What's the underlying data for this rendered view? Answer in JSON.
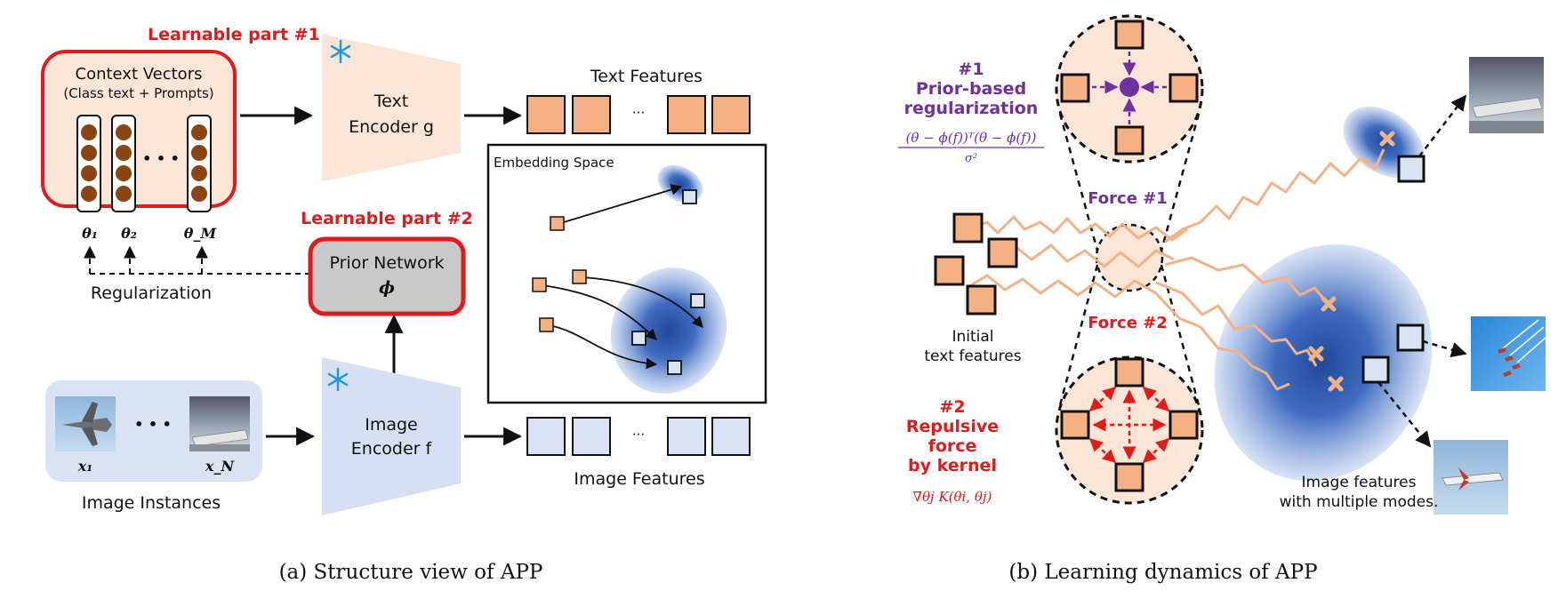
{
  "colors": {
    "learnable_red": "#e31a1c",
    "text_feature_fill": "#f4b183",
    "image_feature_fill": "#dae3f3",
    "encoder_text_fill": "#fbe5d6",
    "encoder_image_fill": "#d6e0f2",
    "instances_bg": "#dae3f3",
    "prior_gray": "#c9c9c9",
    "bead_brown": "#8b4513",
    "prior_purple": "#7030a0",
    "blob_blue": "#2e5aa8",
    "path_orange": "#f4b183"
  },
  "icons": [
    "snowflake-icon",
    "airplane-photo"
  ],
  "panel_a": {
    "caption": "(a) Structure view of APP",
    "learnable1": "Learnable part #1",
    "context_title": "Context Vectors",
    "context_sub": "(Class text + Prompts)",
    "dots": "• • •",
    "theta1": "θ₁",
    "theta2": "θ₂",
    "thetaM": "θ_M",
    "regularization": "Regularization",
    "learnable2": "Learnable part #2",
    "prior_title": "Prior Network",
    "prior_symbol": "ϕ",
    "text_enc_line1": "Text",
    "text_enc_line2": "Encoder g",
    "image_enc_line1": "Image",
    "image_enc_line2": "Encoder f",
    "text_features": "Text Features",
    "image_features": "Image Features",
    "ellipsis": "···",
    "embedding_space": "Embedding Space",
    "x1": "x₁",
    "xN": "x_N",
    "instances_dots": "• • •",
    "image_instances": "Image Instances"
  },
  "panel_b": {
    "caption": "(b) Learning dynamics of APP",
    "prior_num": "#1",
    "prior_line1": "Prior-based",
    "prior_line2": "regularization",
    "prior_formula_num": "(θ − ϕ(f))ᵀ(θ − ϕ(f))",
    "prior_formula_den": "σ²",
    "force1": "Force #1",
    "force2": "Force #2",
    "initial_line1": "Initial",
    "initial_line2": "text features",
    "rep_num": "#2",
    "rep_line1": "Repulsive",
    "rep_line2": "force",
    "rep_line3": "by kernel",
    "rep_formula": "∇θj K(θi, θj)",
    "image_feat_line1": "Image features",
    "image_feat_line2": "with multiple modes."
  }
}
